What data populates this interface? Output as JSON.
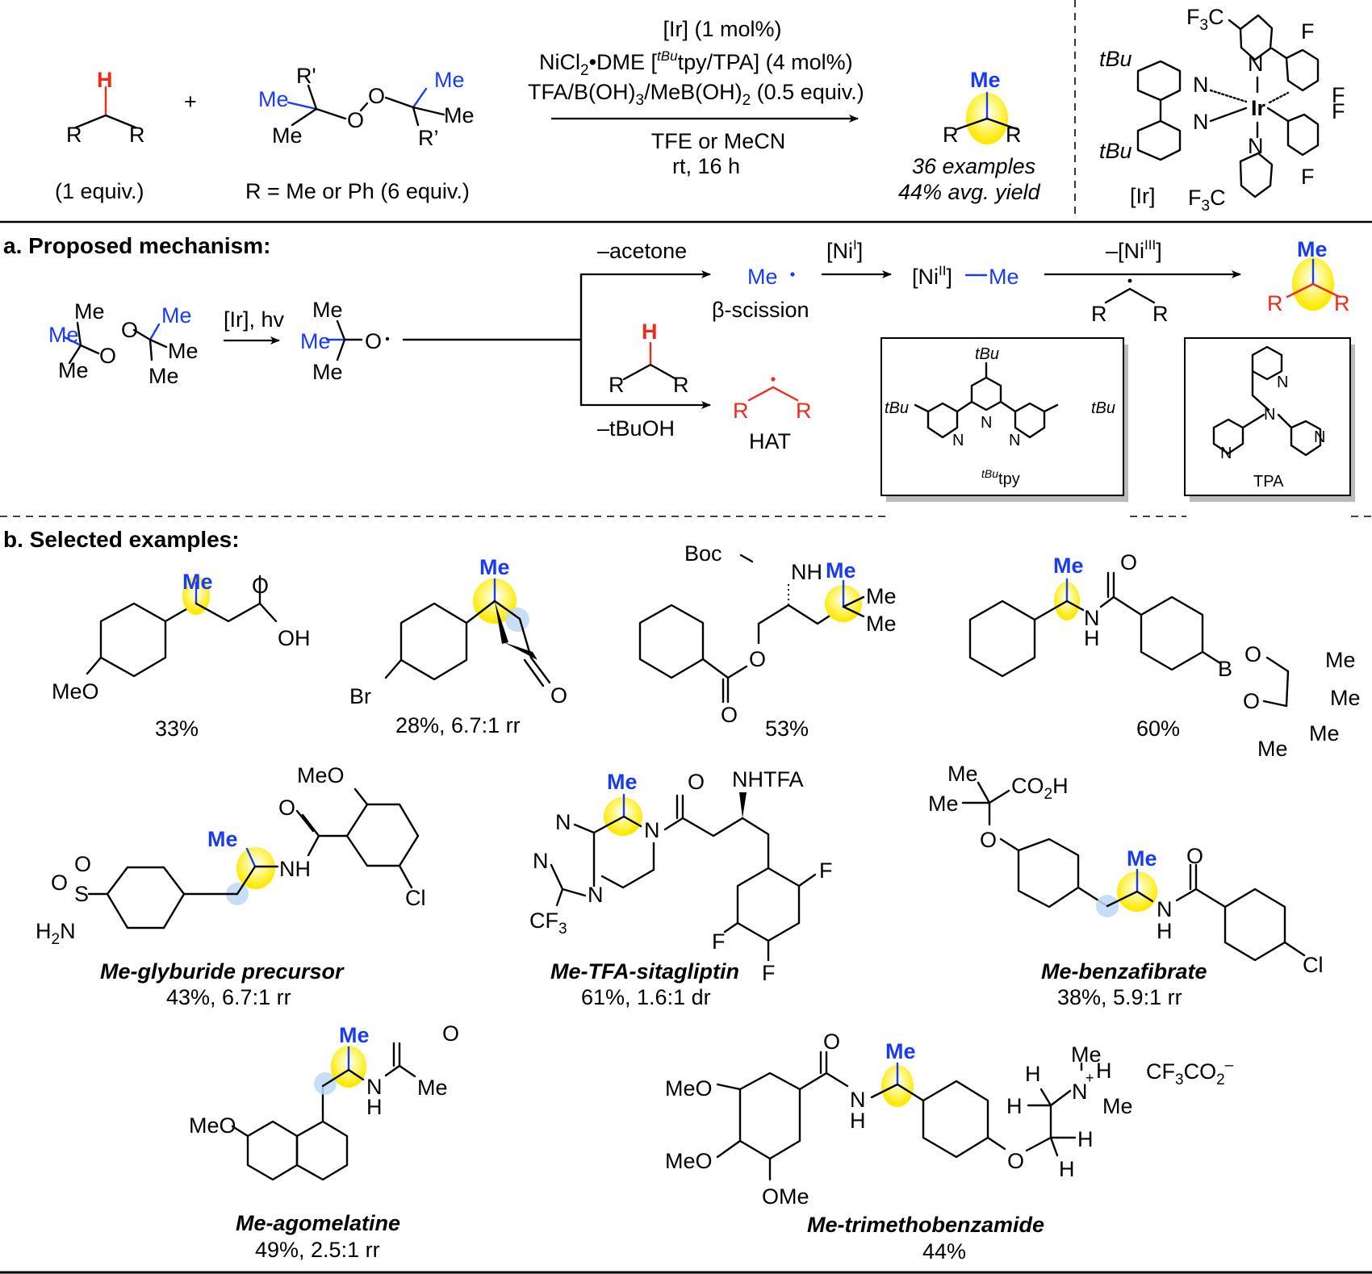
{
  "colors": {
    "methyl_blue": "#1a3cf0",
    "hydrogen_red": "#ee2a1a",
    "highlight_yellow": "#ffef3a",
    "highlight_blue": "#bcd9f5"
  },
  "reaction": {
    "substrate_equiv": "(1 equiv.)",
    "peroxide_label": "R = Me or Ph (6 equiv.)",
    "plus": "+",
    "conditions": {
      "line1": "[Ir] (1 mol%)",
      "line2_pre": "NiCl",
      "line2_sub": "2",
      "line2_mid": "•DME [",
      "line2_sup": "tBu",
      "line2_post": "tpy/TPA] (4 mol%)",
      "line3_a": "TFA/B(OH)",
      "line3_sub1": "3",
      "line3_b": "/MeB(OH)",
      "line3_sub2": "2",
      "line3_c": " (0.5 equiv.)",
      "solvent": "TFE or MeCN",
      "time": "rt, 16 h"
    },
    "product_examples": "36 examples",
    "product_yield": "44% avg. yield",
    "catalyst_label": "[Ir]"
  },
  "atoms": {
    "H": "H",
    "R": "R",
    "Rp": "R'",
    "Rp2": "R’",
    "Me": "Me",
    "O": "O",
    "N": "N",
    "F": "F",
    "Ir": "Ir",
    "tBu": "tBu",
    "F3C": "F",
    "three": "3",
    "C": "C"
  },
  "mechanism": {
    "header": "a. Proposed mechanism:",
    "step1_label": "[Ir], hv",
    "acetone": "–acetone",
    "beta": "β-scission",
    "ni1_pre": "[Ni",
    "ni1_sup": "I",
    "ni1_post": "]",
    "ni2_pre": "[Ni",
    "ni2_sup": "II",
    "ni2_post": "]",
    "ni3_pre": "–[Ni",
    "ni3_sup": "III",
    "ni3_post": "]",
    "tbuoh": "–tBuOH",
    "hat": "HAT",
    "radical_dot": "•",
    "ligand1_sup": "tBu",
    "ligand1_name": "tpy",
    "ligand2_name": "TPA"
  },
  "examples": {
    "header": "b. Selected examples:",
    "items": [
      {
        "name": "",
        "yield": "33%"
      },
      {
        "name": "",
        "yield": "28%, 6.7:1 rr"
      },
      {
        "name": "",
        "yield": "53%"
      },
      {
        "name": "",
        "yield": "60%"
      },
      {
        "name": "Me-glyburide precursor",
        "yield": "43%, 6.7:1 rr"
      },
      {
        "name": "Me-TFA-sitagliptin",
        "yield": "61%, 1.6:1 dr"
      },
      {
        "name": "Me-benzafibrate",
        "yield": "38%, 5.9:1 rr"
      },
      {
        "name": "Me-agomelatine",
        "yield": "49%, 2.5:1 rr"
      },
      {
        "name": "Me-trimethobenzamide",
        "yield": "44%"
      }
    ],
    "labels": {
      "OH": "OH",
      "MeO": "MeO",
      "Br": "Br",
      "Boc": "Boc",
      "NH": "NH",
      "B": "B",
      "Cl": "Cl",
      "S": "S",
      "H2N_H": "H",
      "H2N_2": "2",
      "H2N_N": "N",
      "NHTFA": "NHTFA",
      "CF3_C": "CF",
      "CO2H_a": "CO",
      "CO2H_b": "H",
      "OMe": "OMe",
      "plus": "+",
      "counterion_a": "CF",
      "counterion_b": "CO",
      "counterion_minus": "–"
    }
  }
}
